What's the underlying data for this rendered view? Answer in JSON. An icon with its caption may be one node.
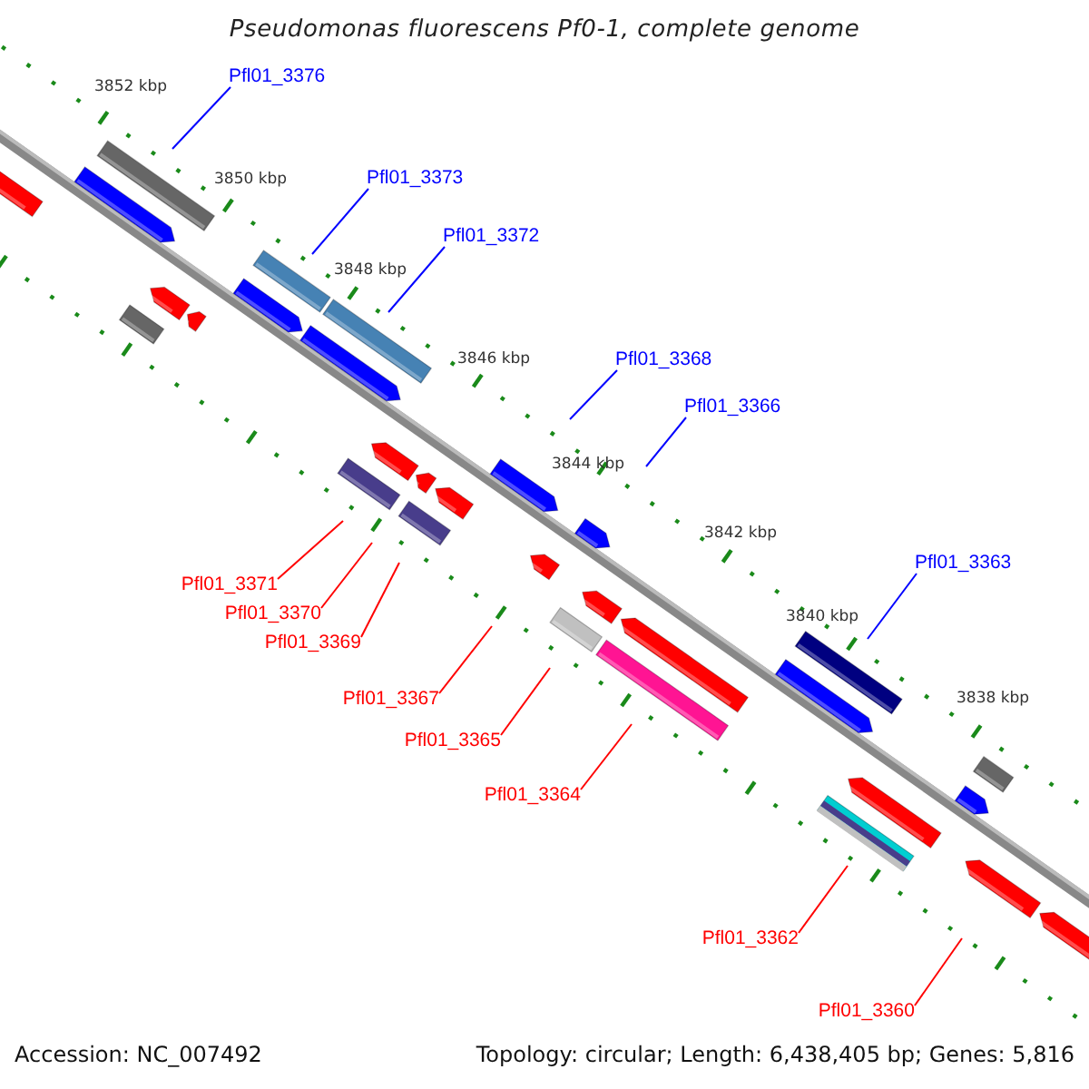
{
  "diagram": {
    "title": "Pseudomonas fluorescens Pf0-1, complete genome",
    "nodes": [
      {
        "text": [
          "Pfl01_3376"
        ]
      },
      {
        "text": [
          "Pfl01_3373"
        ]
      },
      {
        "text": [
          "Pfl01_3372"
        ]
      },
      {
        "text": [
          "Pfl01_3368"
        ]
      },
      {
        "text": [
          "Pfl01_3366"
        ]
      },
      {
        "text": [
          "Pfl01_3363"
        ]
      },
      {
        "text": [
          "Pfl01_3371"
        ]
      },
      {
        "text": [
          "Pfl01_3370"
        ]
      },
      {
        "text": [
          "Pfl01_3369"
        ]
      },
      {
        "text": [
          "Pfl01_3367"
        ]
      },
      {
        "text": [
          "Pfl01_3365"
        ]
      },
      {
        "text": [
          "Pfl01_3364"
        ]
      },
      {
        "text": [
          "Pfl01_3362"
        ]
      },
      {
        "text": [
          "Pfl01_3360"
        ]
      }
    ],
    "edges": [
      {
        "from": 0,
        "to": null,
        "arrow": "none",
        "color": "#0000ff"
      },
      {
        "from": 1,
        "to": null,
        "arrow": "none",
        "color": "#0000ff"
      },
      {
        "from": 2,
        "to": null,
        "arrow": "none",
        "color": "#0000ff"
      },
      {
        "from": 3,
        "to": null,
        "arrow": "none",
        "color": "#0000ff"
      },
      {
        "from": 4,
        "to": null,
        "arrow": "none",
        "color": "#0000ff"
      },
      {
        "from": 5,
        "to": null,
        "arrow": "none",
        "color": "#0000ff"
      },
      {
        "from": 6,
        "to": null,
        "arrow": "none"
      },
      {
        "from": 7,
        "to": null,
        "arrow": "none"
      },
      {
        "from": 8,
        "to": null,
        "arrow": "none"
      },
      {
        "from": 9,
        "to": null,
        "arrow": "none"
      },
      {
        "from": 10,
        "to": null,
        "arrow": "none"
      },
      {
        "from": 11,
        "to": null,
        "arrow": "none"
      },
      {
        "from": 12,
        "to": null,
        "arrow": "none"
      },
      {
        "from": 13,
        "to": null,
        "arrow": "none"
      }
    ],
    "labels": [
      "3852 kbp",
      "3850 kbp",
      "3848 kbp",
      "3846 kbp",
      "3844 kbp",
      "3842 kbp",
      "3840 kbp",
      "3838 kbp",
      "Accession: NC_007492",
      "Topology: circular; Length: 6,438,405 bp; Genes: 5,816"
    ]
  }
}
